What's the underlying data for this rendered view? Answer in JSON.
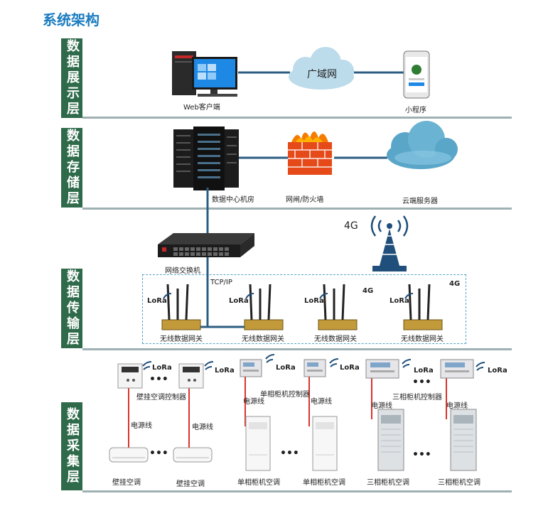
{
  "title": "系统架构",
  "layers": {
    "display": "数据展示层",
    "storage": "数据存储层",
    "transport": "数据传输层",
    "collection": "数据采集层"
  },
  "display": {
    "web_client": "Web客户端",
    "wan": "广域网",
    "mini_program": "小程序"
  },
  "storage": {
    "data_center": "数据中心机房",
    "firewall": "网闸/防火墙",
    "cloud_server": "云端服务器"
  },
  "transport": {
    "switch": "网络交换机",
    "tower_label": "4G",
    "tcpip": "TCP/IP",
    "gateways": [
      {
        "label": "无线数据网关",
        "lora": "LoRa",
        "net": ""
      },
      {
        "label": "无线数据网关",
        "lora": "LoRa",
        "net": ""
      },
      {
        "label": "无线数据网关",
        "lora": "LoRa",
        "net": "4G"
      },
      {
        "label": "无线数据网关",
        "lora": "LoRa",
        "net": "4G"
      }
    ]
  },
  "collection": {
    "lora": "LoRa",
    "ellipsis": "•••",
    "wall_controller": "壁挂空调控制器",
    "single_controller": "单相柜机控制器",
    "three_controller": "三相柜机控制器",
    "power_line": "电源线",
    "wall_ac": "壁挂空调",
    "single_ac": "单相柜机空调",
    "three_ac": "三相柜机空调"
  },
  "colors": {
    "title": "#1b7cc1",
    "layer_bg": "#2f6b4a",
    "link": "#2b5d82",
    "power_line": "#d9332c",
    "dashed_border": "#58a3c9"
  }
}
